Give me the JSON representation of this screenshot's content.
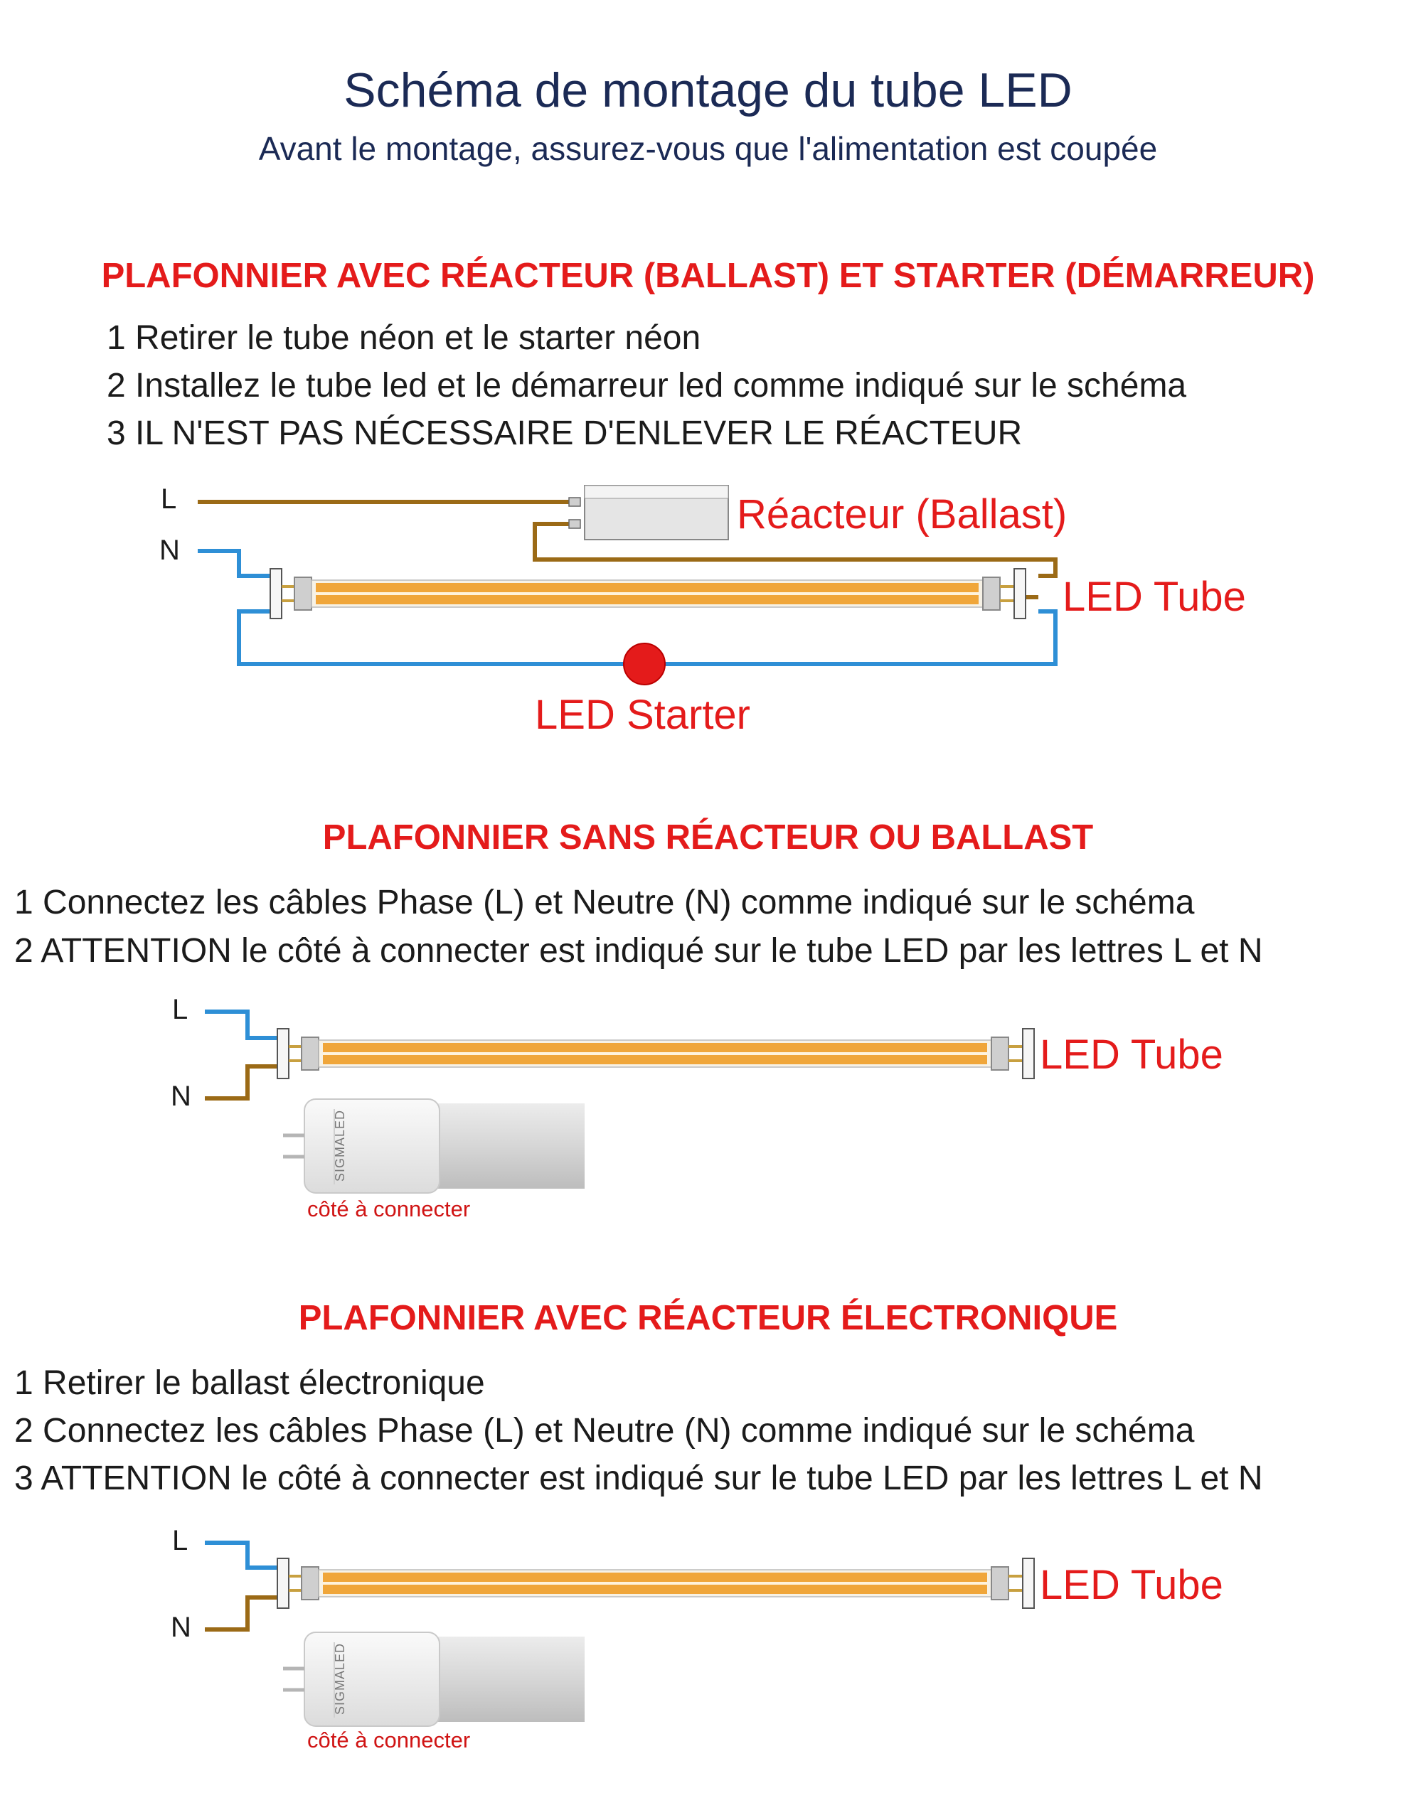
{
  "header": {
    "title": "Schéma de montage du tube LED",
    "subtitle": "Avant le montage, assurez-vous que l'alimentation est coupée"
  },
  "colors": {
    "heading_red": "#e41b1b",
    "title_navy": "#1b2a55",
    "wire_phase_brown": "#9b6a16",
    "wire_neutral_blue": "#2e8fd6",
    "led_chip_orange": "#f0a63a"
  },
  "sections": [
    {
      "heading": "PLAFONNIER AVEC RÉACTEUR (BALLAST) ET STARTER (DÉMARREUR)",
      "steps": [
        "1 Retirer le tube néon et le starter néon",
        "2 Installez le tube led et le démarreur led comme indiqué sur le schéma",
        "3 IL N'EST PAS NÉCESSAIRE D'ENLEVER LE RÉACTEUR"
      ],
      "diagram": {
        "wire_l": "L",
        "wire_n": "N",
        "ballast_label": "Réacteur (Ballast)",
        "tube_label": "LED Tube",
        "starter_label": "LED Starter"
      }
    },
    {
      "heading": "PLAFONNIER SANS RÉACTEUR OU BALLAST",
      "steps": [
        "1 Connectez les câbles Phase (L) et Neutre (N) comme indiqué sur le schéma",
        "2 ATTENTION le côté à connecter est indiqué sur le tube LED par les lettres L et N"
      ],
      "diagram": {
        "wire_l": "L",
        "wire_n": "N",
        "tube_label": "LED Tube",
        "side_label": "côté à connecter",
        "product_brand": "SIGMALED"
      }
    },
    {
      "heading": "PLAFONNIER AVEC RÉACTEUR ÉLECTRONIQUE",
      "steps": [
        "1 Retirer le ballast électronique",
        "2 Connectez les câbles Phase (L) et Neutre (N) comme indiqué sur le schéma",
        "3 ATTENTION le côté à connecter est indiqué sur le tube LED par les lettres L et N"
      ],
      "diagram": {
        "wire_l": "L",
        "wire_n": "N",
        "tube_label": "LED Tube",
        "side_label": "côté à connecter",
        "product_brand": "SIGMALED"
      }
    }
  ]
}
